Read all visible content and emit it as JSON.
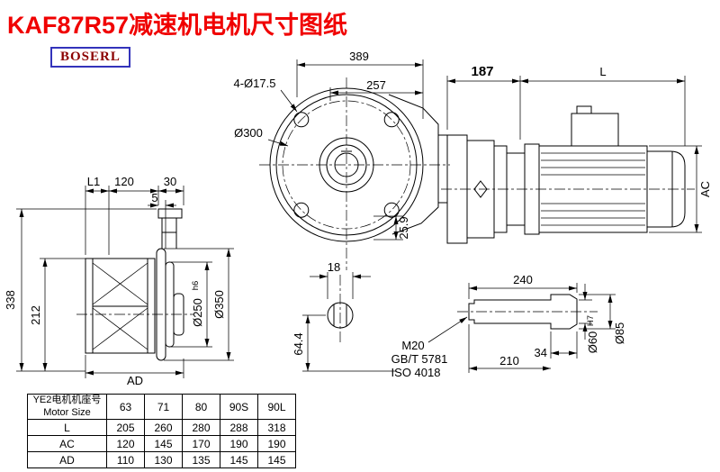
{
  "title": "KAF87R57减速机电机尺寸图纸",
  "logo": "BOSERL",
  "labels": {
    "dim389": "389",
    "dim257": "257",
    "holes": "4-Ø17.5",
    "d300": "Ø300",
    "dim259": "25.9",
    "dim18": "18",
    "dim644": "64.4",
    "dim187": "187",
    "dimL": "L",
    "dimAC": "AC",
    "dimL1": "L1",
    "dim120": "120",
    "dim30": "30",
    "dim5": "5",
    "dim338": "338",
    "dim212": "212",
    "d250": "Ø250",
    "tol250": "h6",
    "d350": "Ø350",
    "dimAD": "AD",
    "dim240": "240",
    "thread": "M20",
    "stdGb": "GB/T 5781",
    "stdIso": "ISO 4018",
    "dim34": "34",
    "dim210": "210",
    "d60": "Ø60",
    "tol60": "H7",
    "d85": "Ø85"
  },
  "table": {
    "header": {
      "cn": "YE2电机机座号",
      "en": "Motor Size"
    },
    "sizes": [
      "63",
      "71",
      "80",
      "90S",
      "90L"
    ],
    "rows": [
      {
        "label": "L",
        "values": [
          "205",
          "260",
          "280",
          "288",
          "318"
        ]
      },
      {
        "label": "AC",
        "values": [
          "120",
          "145",
          "170",
          "190",
          "190"
        ]
      },
      {
        "label": "AD",
        "values": [
          "110",
          "130",
          "135",
          "145",
          "145"
        ]
      }
    ]
  }
}
